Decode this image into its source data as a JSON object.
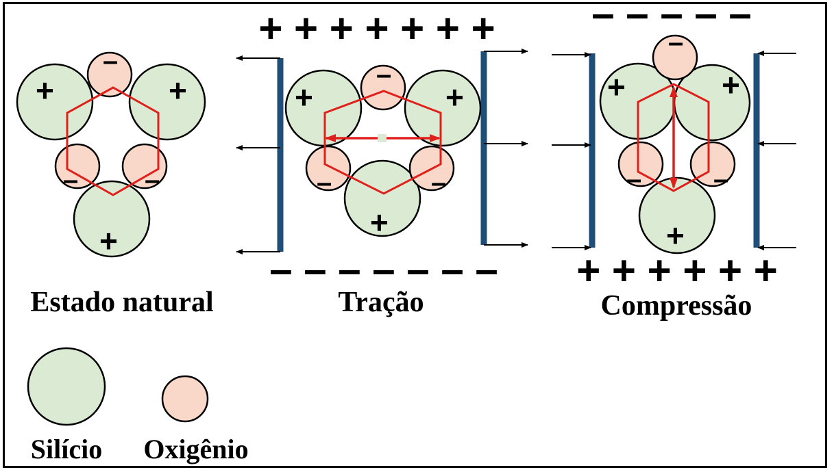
{
  "panels": {
    "natural": {
      "title": "Estado natural"
    },
    "tension": {
      "title": "Tração",
      "top_signs": "+ + + + + + +",
      "bottom_signs": "– – – – – – –"
    },
    "compression": {
      "title": "Compressão",
      "top_signs": "– – – – –",
      "bottom_signs": "+ + + + + +"
    }
  },
  "legend": {
    "silicon": {
      "label": "Silício"
    },
    "oxygen": {
      "label": "Oxigênio"
    }
  },
  "signs": {
    "plus": "+",
    "minus": "–"
  },
  "colors": {
    "silicon_fill": "#dbead3",
    "oxygen_fill": "#f9d7c9",
    "hexagon": "#e0201b",
    "plate": "#1f4e79",
    "outline": "#000000"
  }
}
